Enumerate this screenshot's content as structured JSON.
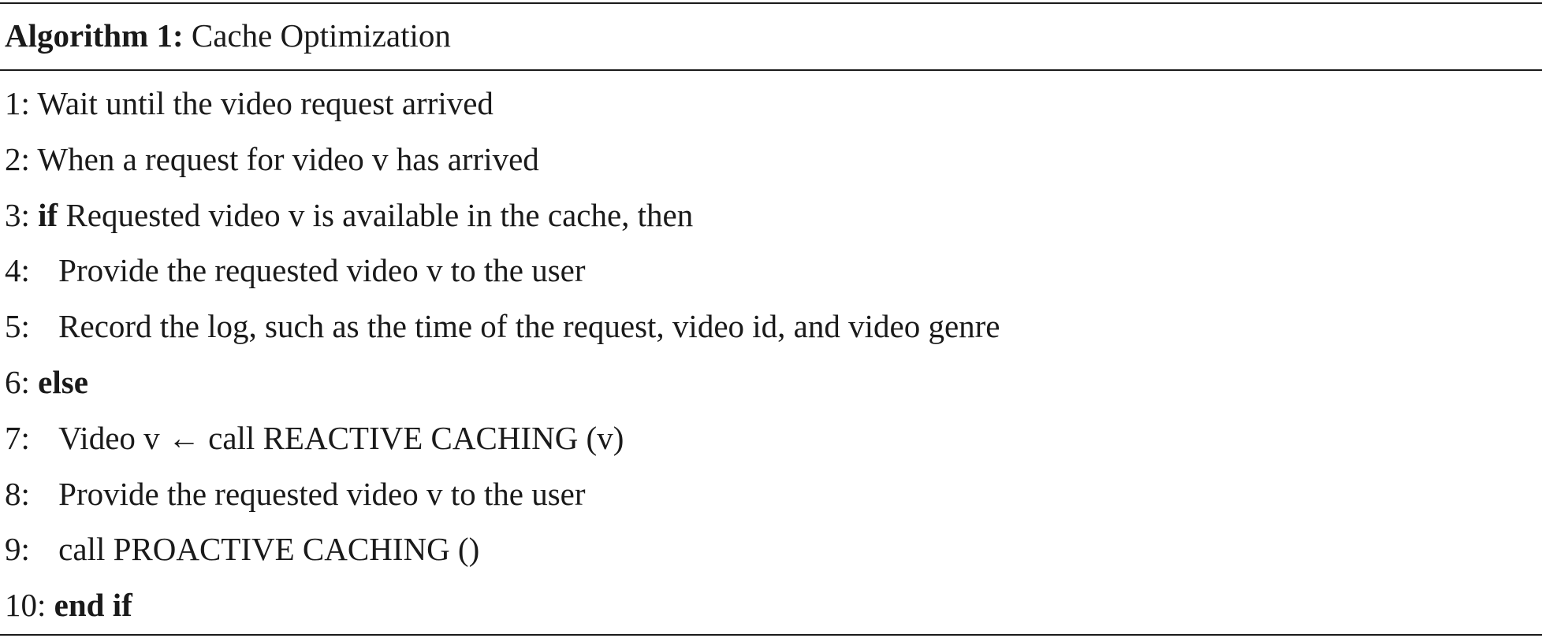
{
  "algorithm": {
    "label": "Algorithm 1:",
    "title": "Cache Optimization"
  },
  "lines": [
    {
      "num": "1:",
      "indent": false,
      "keyword": "",
      "text": "Wait until the video request arrived"
    },
    {
      "num": "2:",
      "indent": false,
      "keyword": "",
      "text": "When a request for video v has arrived"
    },
    {
      "num": "3:",
      "indent": false,
      "keyword": "if",
      "text": "Requested video v is available in the cache, then"
    },
    {
      "num": "4:",
      "indent": true,
      "keyword": "",
      "text": "Provide the requested video v to the user"
    },
    {
      "num": "5:",
      "indent": true,
      "keyword": "",
      "text": "Record the log, such as the time of the request, video id, and video genre"
    },
    {
      "num": "6:",
      "indent": false,
      "keyword": "else",
      "text": ""
    },
    {
      "num": "7:",
      "indent": true,
      "keyword": "",
      "text": "Video v ← call REACTIVE CACHING (v)"
    },
    {
      "num": "8:",
      "indent": true,
      "keyword": "",
      "text": "Provide the requested video v to the user"
    },
    {
      "num": "9:",
      "indent": true,
      "keyword": "",
      "text": "call PROACTIVE CACHING ()"
    },
    {
      "num": "10:",
      "indent": false,
      "keyword": "end if",
      "text": ""
    }
  ]
}
